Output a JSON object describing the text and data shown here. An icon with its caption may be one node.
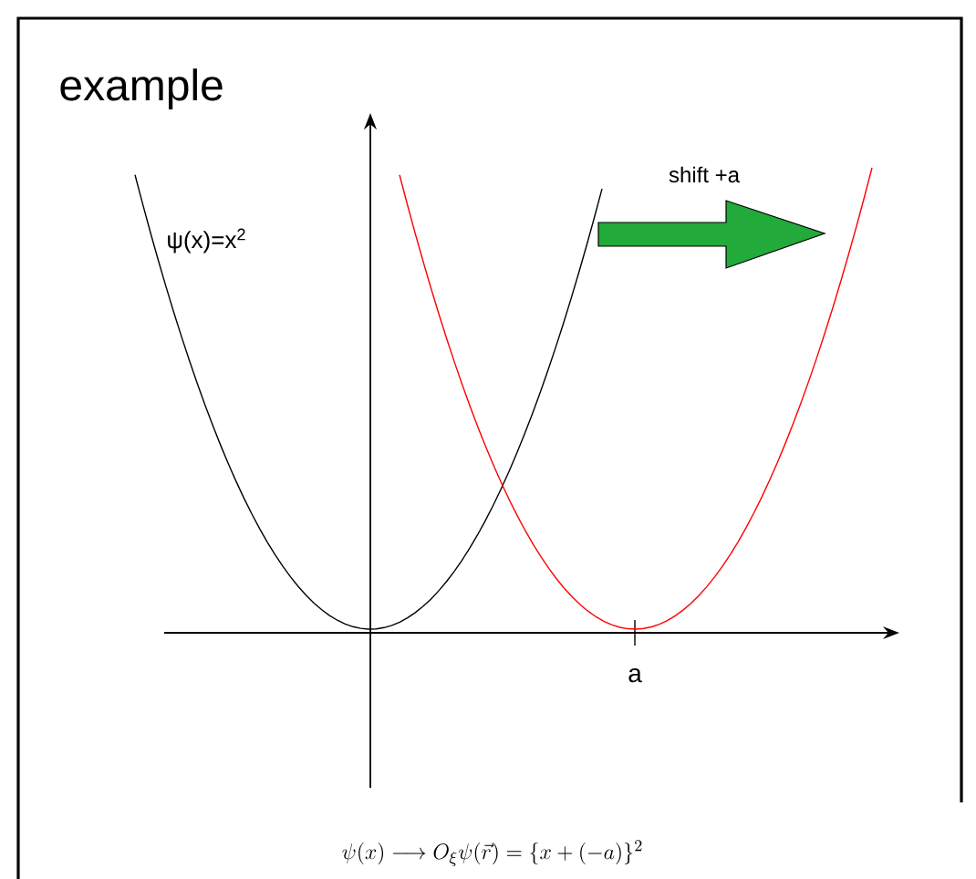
{
  "diagram": {
    "title": "example",
    "caption": "\\psi(x) \\longrightarrow O_{\\xi}\\psi(\\vec{r}) = \\{x+(-a)\\}^{2}",
    "labels": [
      "ψ(x)=x$^{2}$",
      "shift +a",
      "a"
    ]
  }
}
